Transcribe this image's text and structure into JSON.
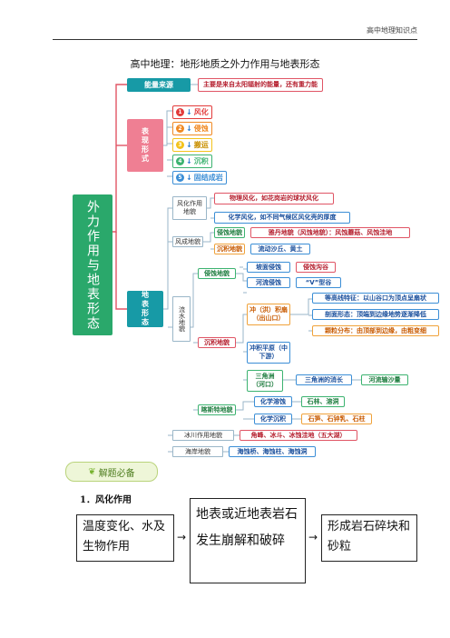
{
  "header": {
    "note": "高中地理知识点"
  },
  "title": "高中地理：地形地质之外力作用与地表形态",
  "root": "外力作用与地表形态",
  "energy": {
    "label": "能量来源",
    "detail": "主要是来自太阳辐射的能量，还有重力能"
  },
  "surface": {
    "label": "表现形式",
    "items": [
      {
        "num": "1",
        "text": "风化",
        "color": "#e23b3b"
      },
      {
        "num": "2",
        "text": "侵蚀",
        "color": "#f08a24"
      },
      {
        "num": "3",
        "text": "搬运",
        "color": "#f3c21b"
      },
      {
        "num": "4",
        "text": "沉积",
        "color": "#3cb370"
      },
      {
        "num": "5",
        "text": "固结成岩",
        "color": "#3b8ed6"
      }
    ]
  },
  "landforms": {
    "label": "地表形态",
    "weathering": {
      "label": "风化作用地貌",
      "items": [
        "物理风化，如花岗岩的球状风化",
        "化学风化，如不同气候区风化壳的厚度"
      ]
    },
    "wind": {
      "label": "风成地貌",
      "erosion": "侵蚀地貌",
      "erosion_detail": "雅丹地貌（风蚀地貌）：风蚀蘑菇、风蚀洼地",
      "deposit": "沉积地貌",
      "deposit_detail": "流动沙丘、黄土"
    },
    "water": {
      "label": "流水地貌",
      "erosion": {
        "label": "侵蚀地貌",
        "a": "坡面侵蚀",
        "a_detail": "侵蚀沟谷",
        "b": "河流侵蚀",
        "b_detail": "“V”型谷"
      },
      "deposit": {
        "label": "沉积地貌",
        "fan": "冲（洪）积扇（出山口）",
        "fan_items": [
          "等高线特征：以山谷口为顶点呈扇状",
          "剖面形态：顶端到边缘地势逐渐降低",
          "颗粒分布：由顶部到边缘，由粗变细"
        ],
        "plain": "冲积平原（中下游）",
        "delta": "三角洲（河口）",
        "delta_d1": "三角洲的消长",
        "delta_d2": "河流输沙量"
      },
      "karst": {
        "label": "喀斯特地貌",
        "a": "化学溶蚀",
        "a_detail": "石林、溶洞",
        "b": "化学沉积",
        "b_detail": "石笋、石钟乳、石柱"
      }
    },
    "glacier": {
      "label": "冰川作用地貌",
      "detail": "角峰、冰斗、冰蚀洼地（五大湖）"
    },
    "coast": {
      "label": "海岸地貌",
      "detail": "海蚀桥、海蚀柱、海蚀洞"
    }
  },
  "badge": "解题必备",
  "section": "1．风化作用",
  "flow": [
    "温度变化、水及生物作用",
    "地表或近地表岩石发生崩解和破碎",
    "形成岩石碎块和砂粒"
  ]
}
